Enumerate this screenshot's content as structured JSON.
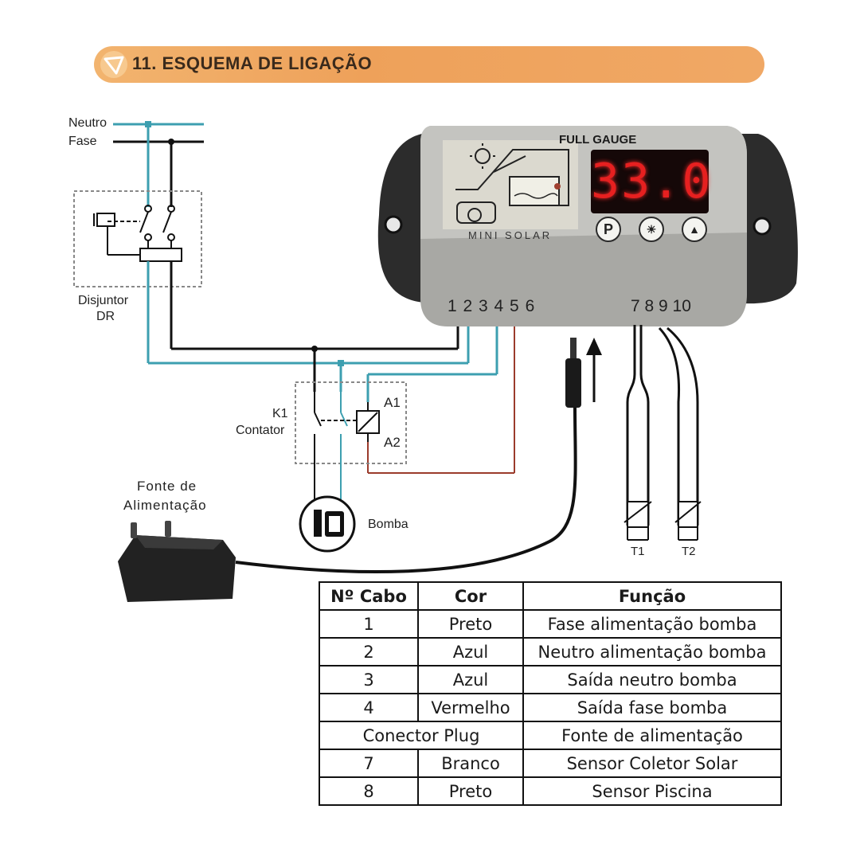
{
  "header": {
    "title": "11. ESQUEMA DE LIGAÇÃO"
  },
  "supply": {
    "neutral": "Neutro",
    "phase": "Fase"
  },
  "breaker": {
    "line1": "Disjuntor",
    "line2": "DR"
  },
  "contactor": {
    "line1": "K1",
    "line2": "Contator",
    "a1": "A1",
    "a2": "A2"
  },
  "pump": {
    "label": "Bomba"
  },
  "power_supply": {
    "line1": "Fonte de",
    "line2": "Alimentação"
  },
  "controller": {
    "brand": "FULL GAUGE",
    "model": "MINI SOLAR",
    "display": "33.0",
    "buttons": [
      "P",
      "☀",
      "▲"
    ],
    "terminals_left": "1 2 3 4 5 6",
    "terminals_right": "7 8 9 10"
  },
  "sensors": {
    "t1": "T1",
    "t2": "T2"
  },
  "colors": {
    "banner": "#f0a865",
    "wire_blue": "#3d9fb0",
    "wire_black": "#111111",
    "wire_red": "#9b3b2c",
    "display_red": "#e62020"
  },
  "table": {
    "headers": [
      "Nº Cabo",
      "Cor",
      "Função"
    ],
    "rows": [
      [
        "1",
        "Preto",
        "Fase alimentação bomba"
      ],
      [
        "2",
        "Azul",
        "Neutro alimentação bomba"
      ],
      [
        "3",
        "Azul",
        "Saída neutro bomba"
      ],
      [
        "4",
        "Vermelho",
        "Saída fase bomba"
      ],
      [
        "Conector Plug",
        "",
        "Fonte de alimentação"
      ],
      [
        "7",
        "Branco",
        "Sensor Coletor Solar"
      ],
      [
        "8",
        "Preto",
        "Sensor Piscina"
      ]
    ]
  }
}
